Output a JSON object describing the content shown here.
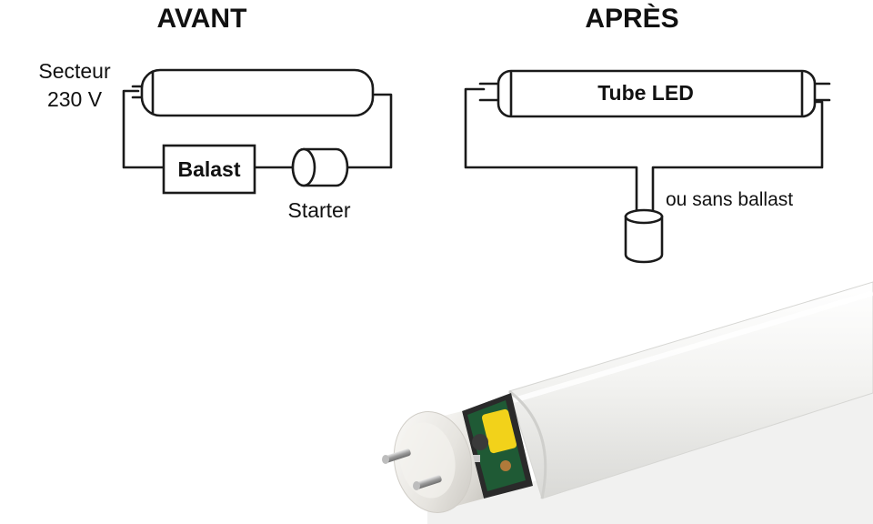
{
  "before": {
    "heading": "AVANT",
    "mains_line1": "Secteur",
    "mains_line2": "230 V",
    "ballast_label": "Balast",
    "starter_label": "Starter"
  },
  "after": {
    "heading": "APRÈS",
    "tube_label": "Tube LED",
    "note": "ou sans ballast"
  },
  "colors": {
    "line": "#1a1a1a",
    "tube_body": "#f4f4f2",
    "cap": "#e9e7e2",
    "pcb": "#1f5a35",
    "component_yellow": "#f2d21a"
  }
}
